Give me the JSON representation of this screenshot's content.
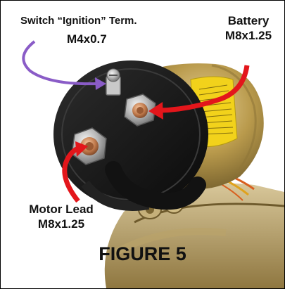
{
  "labels": {
    "switch_terminal": {
      "name": "Switch “Ignition” Term.",
      "thread": "M4x0.7"
    },
    "battery": {
      "name": "Battery",
      "thread": "M8x1.25"
    },
    "motor_lead": {
      "name": "Motor Lead",
      "thread": "M8x1.25"
    }
  },
  "caption": "FIGURE 5",
  "colors": {
    "switch_arrow": "#8a5cc7",
    "terminal_arrow": "#e3161b",
    "decal": "#f2d21b",
    "solenoid_body": "#b79b4f"
  }
}
